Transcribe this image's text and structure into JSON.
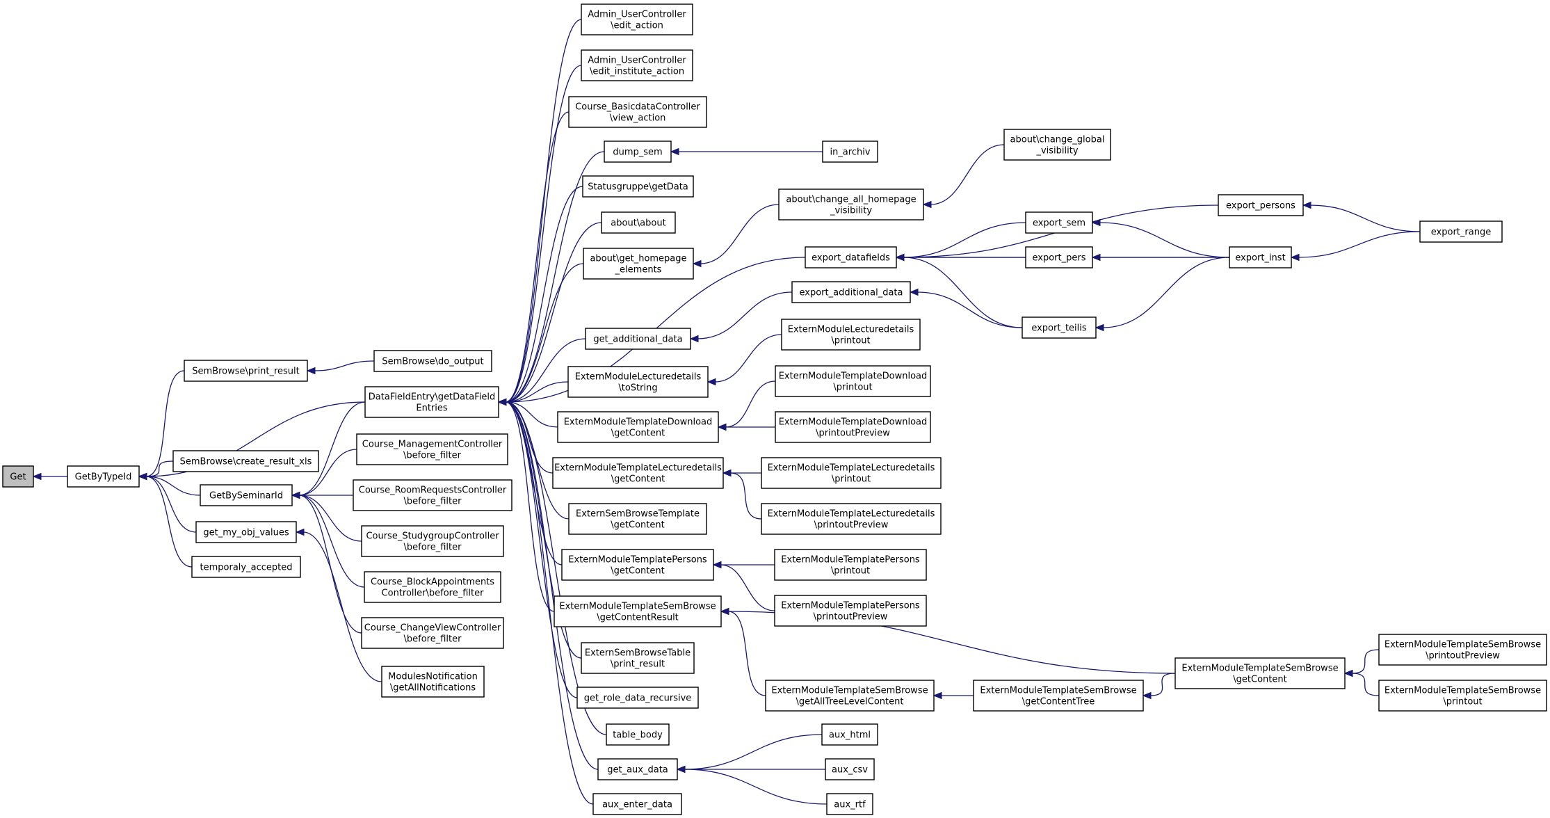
{
  "colors": {
    "edge": "#191970",
    "node_border": "#000000",
    "highlight_fill": "#bfbfbf",
    "background": "#ffffff"
  },
  "nodes": [
    {
      "id": "get",
      "lines": [
        "Get"
      ],
      "highlight": true
    },
    {
      "id": "getbytypeid",
      "lines": [
        "GetByTypeId"
      ]
    },
    {
      "id": "sb_print_result",
      "lines": [
        "SemBrowse\\print_result"
      ]
    },
    {
      "id": "sb_do_output",
      "lines": [
        "SemBrowse\\do_output"
      ]
    },
    {
      "id": "dfe_entries",
      "lines": [
        "DataFieldEntry\\getDataField",
        "Entries"
      ]
    },
    {
      "id": "sb_create_xls",
      "lines": [
        "SemBrowse\\create_result_xls"
      ]
    },
    {
      "id": "getbyseminarid",
      "lines": [
        "GetBySeminarId"
      ]
    },
    {
      "id": "get_my_obj_values",
      "lines": [
        "get_my_obj_values"
      ]
    },
    {
      "id": "temporaly_accepted",
      "lines": [
        "temporaly_accepted"
      ]
    },
    {
      "id": "course_mgmt",
      "lines": [
        "Course_ManagementController",
        "\\before_filter"
      ]
    },
    {
      "id": "course_roomreq",
      "lines": [
        "Course_RoomRequestsController",
        "\\before_filter"
      ]
    },
    {
      "id": "course_studygroup",
      "lines": [
        "Course_StudygroupController",
        "\\before_filter"
      ]
    },
    {
      "id": "course_blockappt",
      "lines": [
        "Course_BlockAppointments",
        "Controller\\before_filter"
      ]
    },
    {
      "id": "course_changeview",
      "lines": [
        "Course_ChangeViewController",
        "\\before_filter"
      ]
    },
    {
      "id": "modules_notif",
      "lines": [
        "ModulesNotification",
        "\\getAllNotifications"
      ]
    },
    {
      "id": "admin_edit",
      "lines": [
        "Admin_UserController",
        "\\edit_action"
      ]
    },
    {
      "id": "admin_edit_inst",
      "lines": [
        "Admin_UserController",
        "\\edit_institute_action"
      ]
    },
    {
      "id": "course_basicdata",
      "lines": [
        "Course_BasicdataController",
        "\\view_action"
      ]
    },
    {
      "id": "dump_sem",
      "lines": [
        "dump_sem"
      ]
    },
    {
      "id": "in_archiv",
      "lines": [
        "in_archiv"
      ]
    },
    {
      "id": "statusgruppe",
      "lines": [
        "Statusgruppe\\getData"
      ]
    },
    {
      "id": "about_about",
      "lines": [
        "about\\about"
      ]
    },
    {
      "id": "about_get_homepage",
      "lines": [
        "about\\get_homepage",
        "_elements"
      ]
    },
    {
      "id": "about_change_all",
      "lines": [
        "about\\change_all_homepage",
        "_visibility"
      ]
    },
    {
      "id": "about_change_global",
      "lines": [
        "about\\change_global",
        "_visibility"
      ]
    },
    {
      "id": "export_datafields",
      "lines": [
        "export_datafields"
      ]
    },
    {
      "id": "export_persons",
      "lines": [
        "export_persons"
      ]
    },
    {
      "id": "export_sem",
      "lines": [
        "export_sem"
      ]
    },
    {
      "id": "export_pers",
      "lines": [
        "export_pers"
      ]
    },
    {
      "id": "export_inst",
      "lines": [
        "export_inst"
      ]
    },
    {
      "id": "export_range",
      "lines": [
        "export_range"
      ]
    },
    {
      "id": "export_additional",
      "lines": [
        "export_additional_data"
      ]
    },
    {
      "id": "export_teilis",
      "lines": [
        "export_teilis"
      ]
    },
    {
      "id": "get_additional_data",
      "lines": [
        "get_additional_data"
      ]
    },
    {
      "id": "emld_tostring",
      "lines": [
        "ExternModuleLecturedetails",
        "\\toString"
      ]
    },
    {
      "id": "emld_printout",
      "lines": [
        "ExternModuleLecturedetails",
        "\\printout"
      ]
    },
    {
      "id": "emtd_getcontent",
      "lines": [
        "ExternModuleTemplateDownload",
        "\\getContent"
      ]
    },
    {
      "id": "emtd_printout",
      "lines": [
        "ExternModuleTemplateDownload",
        "\\printout"
      ]
    },
    {
      "id": "emtd_preview",
      "lines": [
        "ExternModuleTemplateDownload",
        "\\printoutPreview"
      ]
    },
    {
      "id": "emtld_getcontent",
      "lines": [
        "ExternModuleTemplateLecturedetails",
        "\\getContent"
      ]
    },
    {
      "id": "emtld_printout",
      "lines": [
        "ExternModuleTemplateLecturedetails",
        "\\printout"
      ]
    },
    {
      "id": "emtld_preview",
      "lines": [
        "ExternModuleTemplateLecturedetails",
        "\\printoutPreview"
      ]
    },
    {
      "id": "esbt_getcontent",
      "lines": [
        "ExternSemBrowseTemplate",
        "\\getContent"
      ]
    },
    {
      "id": "emtp_getcontent",
      "lines": [
        "ExternModuleTemplatePersons",
        "\\getContent"
      ]
    },
    {
      "id": "emtp_printout",
      "lines": [
        "ExternModuleTemplatePersons",
        "\\printout"
      ]
    },
    {
      "id": "emtp_preview",
      "lines": [
        "ExternModuleTemplatePersons",
        "\\printoutPreview"
      ]
    },
    {
      "id": "emtsb_result",
      "lines": [
        "ExternModuleTemplateSemBrowse",
        "\\getContentResult"
      ]
    },
    {
      "id": "emtsb_getcontent",
      "lines": [
        "ExternModuleTemplateSemBrowse",
        "\\getContent"
      ]
    },
    {
      "id": "emtsb_preview",
      "lines": [
        "ExternModuleTemplateSemBrowse",
        "\\printoutPreview"
      ]
    },
    {
      "id": "emtsb_printout",
      "lines": [
        "ExternModuleTemplateSemBrowse",
        "\\printout"
      ]
    },
    {
      "id": "emtsb_alltree",
      "lines": [
        "ExternModuleTemplateSemBrowse",
        "\\getAllTreeLevelContent"
      ]
    },
    {
      "id": "emtsb_tree",
      "lines": [
        "ExternModuleTemplateSemBrowse",
        "\\getContentTree"
      ]
    },
    {
      "id": "esbtable",
      "lines": [
        "ExternSemBrowseTable",
        "\\print_result"
      ]
    },
    {
      "id": "get_role_data",
      "lines": [
        "get_role_data_recursive"
      ]
    },
    {
      "id": "table_body",
      "lines": [
        "table_body"
      ]
    },
    {
      "id": "get_aux_data",
      "lines": [
        "get_aux_data"
      ]
    },
    {
      "id": "aux_html",
      "lines": [
        "aux_html"
      ]
    },
    {
      "id": "aux_csv",
      "lines": [
        "aux_csv"
      ]
    },
    {
      "id": "aux_rtf",
      "lines": [
        "aux_rtf"
      ]
    },
    {
      "id": "aux_enter_data",
      "lines": [
        "aux_enter_data"
      ]
    }
  ],
  "edges": [
    [
      "getbytypeid",
      "get"
    ],
    [
      "sb_print_result",
      "getbytypeid"
    ],
    [
      "dfe_entries",
      "getbytypeid"
    ],
    [
      "sb_create_xls",
      "getbytypeid"
    ],
    [
      "getbyseminarid",
      "getbytypeid"
    ],
    [
      "get_my_obj_values",
      "getbytypeid"
    ],
    [
      "temporaly_accepted",
      "getbytypeid"
    ],
    [
      "sb_do_output",
      "sb_print_result"
    ],
    [
      "dfe_entries",
      "getbyseminarid"
    ],
    [
      "course_mgmt",
      "getbyseminarid"
    ],
    [
      "course_roomreq",
      "getbyseminarid"
    ],
    [
      "course_studygroup",
      "getbyseminarid"
    ],
    [
      "course_blockappt",
      "getbyseminarid"
    ],
    [
      "course_changeview",
      "getbyseminarid"
    ],
    [
      "modules_notif",
      "get_my_obj_values"
    ],
    [
      "admin_edit",
      "dfe_entries"
    ],
    [
      "admin_edit_inst",
      "dfe_entries"
    ],
    [
      "course_basicdata",
      "dfe_entries"
    ],
    [
      "dump_sem",
      "dfe_entries"
    ],
    [
      "statusgruppe",
      "dfe_entries"
    ],
    [
      "about_about",
      "dfe_entries"
    ],
    [
      "about_get_homepage",
      "dfe_entries"
    ],
    [
      "export_datafields",
      "dfe_entries"
    ],
    [
      "get_additional_data",
      "dfe_entries"
    ],
    [
      "emld_tostring",
      "dfe_entries"
    ],
    [
      "emtd_getcontent",
      "dfe_entries"
    ],
    [
      "emtld_getcontent",
      "dfe_entries"
    ],
    [
      "esbt_getcontent",
      "dfe_entries"
    ],
    [
      "emtp_getcontent",
      "dfe_entries"
    ],
    [
      "emtsb_result",
      "dfe_entries"
    ],
    [
      "esbtable",
      "dfe_entries"
    ],
    [
      "get_role_data",
      "dfe_entries"
    ],
    [
      "table_body",
      "dfe_entries"
    ],
    [
      "get_aux_data",
      "dfe_entries"
    ],
    [
      "aux_enter_data",
      "dfe_entries"
    ],
    [
      "in_archiv",
      "dump_sem"
    ],
    [
      "about_change_all",
      "about_get_homepage"
    ],
    [
      "about_change_global",
      "about_change_all"
    ],
    [
      "export_persons",
      "export_datafields"
    ],
    [
      "export_sem",
      "export_datafields"
    ],
    [
      "export_pers",
      "export_datafields"
    ],
    [
      "export_inst",
      "export_datafields"
    ],
    [
      "export_teilis",
      "export_datafields"
    ],
    [
      "export_range",
      "export_persons"
    ],
    [
      "export_inst",
      "export_sem"
    ],
    [
      "export_inst",
      "export_pers"
    ],
    [
      "export_range",
      "export_inst"
    ],
    [
      "export_teilis",
      "export_additional"
    ],
    [
      "export_inst",
      "export_teilis"
    ],
    [
      "export_additional",
      "get_additional_data"
    ],
    [
      "emld_printout",
      "emld_tostring"
    ],
    [
      "emtd_printout",
      "emtd_getcontent"
    ],
    [
      "emtd_preview",
      "emtd_getcontent"
    ],
    [
      "emtld_printout",
      "emtld_getcontent"
    ],
    [
      "emtld_preview",
      "emtld_getcontent"
    ],
    [
      "emtp_printout",
      "emtp_getcontent"
    ],
    [
      "emtp_preview",
      "emtp_getcontent"
    ],
    [
      "emtsb_getcontent",
      "emtsb_result"
    ],
    [
      "emtsb_alltree",
      "emtsb_result"
    ],
    [
      "emtsb_tree",
      "emtsb_alltree"
    ],
    [
      "emtsb_getcontent",
      "emtsb_tree"
    ],
    [
      "emtsb_preview",
      "emtsb_getcontent"
    ],
    [
      "emtsb_printout",
      "emtsb_getcontent"
    ],
    [
      "aux_html",
      "get_aux_data"
    ],
    [
      "aux_csv",
      "get_aux_data"
    ],
    [
      "aux_rtf",
      "get_aux_data"
    ]
  ]
}
